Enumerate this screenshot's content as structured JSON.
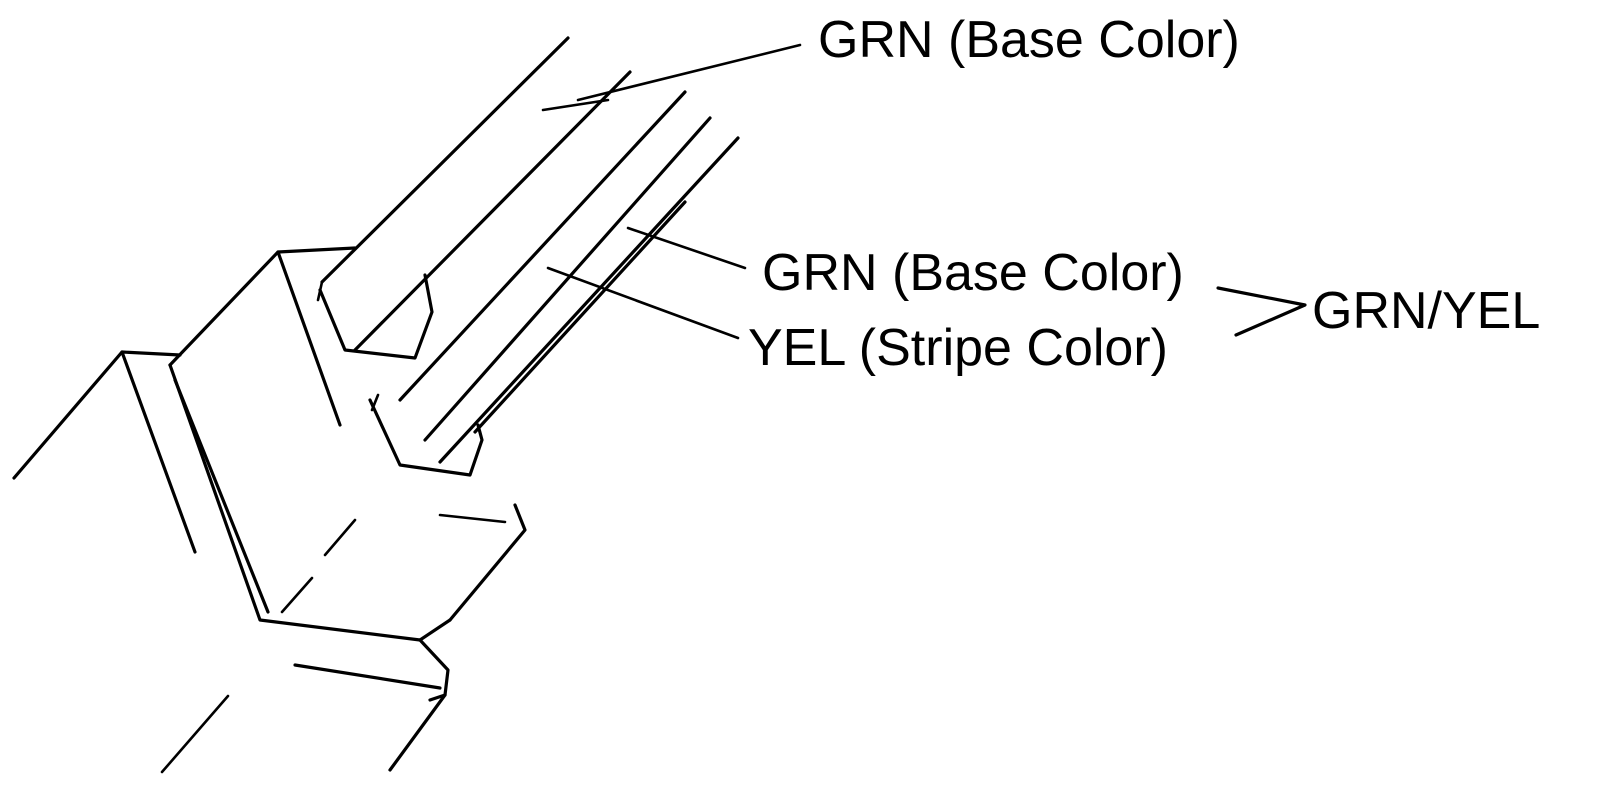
{
  "colors": {
    "ink": "#000000",
    "background": "#ffffff"
  },
  "labels": {
    "top_base": "GRN (Base Color)",
    "mid_base": "GRN (Base Color)",
    "stripe": "YEL (Stripe Color)",
    "combined": "GRN/YEL"
  }
}
